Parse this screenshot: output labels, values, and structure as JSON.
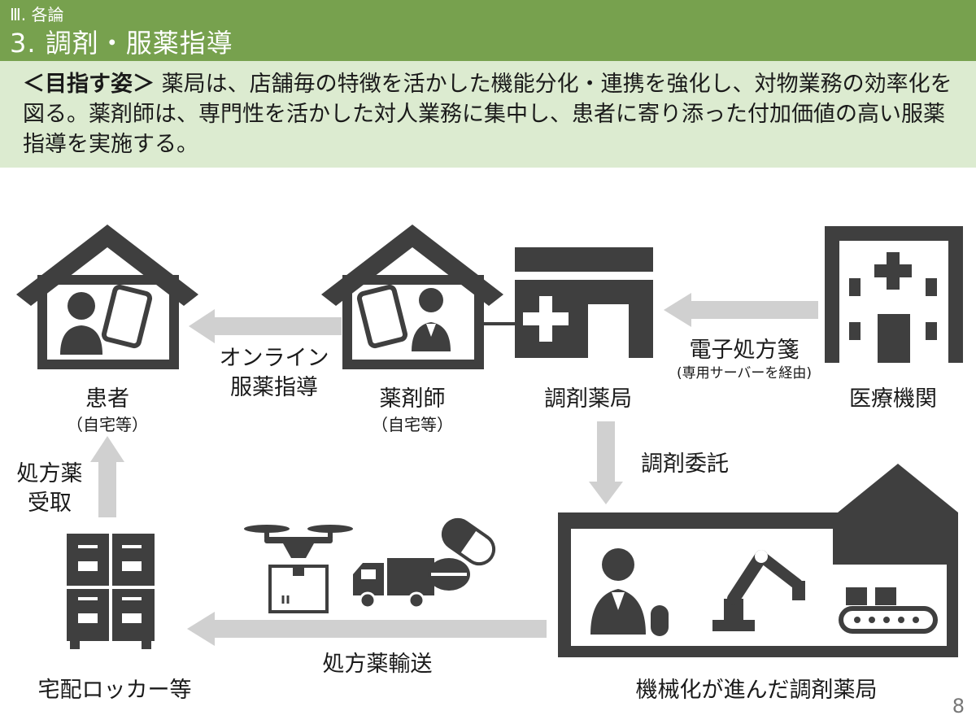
{
  "header": {
    "section": "Ⅲ. 各論",
    "title": "3.  調剤・服薬指導"
  },
  "goal": {
    "lead": "＜目指す姿＞",
    "text": "  薬局は、店舗毎の特徴を活かした機能分化・連携を強化し、対物業務の効率化を図る。薬剤師は、専門性を活かした対人業務に集中し、患者に寄り添った付加価値の高い服薬指導を実施する。"
  },
  "nodes": {
    "patient": {
      "label": "患者",
      "sub": "（自宅等）"
    },
    "pharmacist": {
      "label": "薬剤師",
      "sub": "（自宅等）"
    },
    "pharmacy": {
      "label": "調剤薬局"
    },
    "hospital": {
      "label": "医療機関"
    },
    "locker": {
      "label": "宅配ロッカー等"
    },
    "automated": {
      "label": "機械化が進んだ調剤薬局"
    }
  },
  "flows": {
    "online_line1": "オンライン",
    "online_line2": "服薬指導",
    "eprescription": "電子処方箋",
    "eprescription_sub": "(専用サーバーを経由)",
    "outsourcing": "調剤委託",
    "pickup_line1": "処方薬",
    "pickup_line2": "受取",
    "transport": "処方薬輸送"
  },
  "icons": [
    "house-icon",
    "patient-person-icon",
    "tablet-icon",
    "pharmacist-person-icon",
    "pharmacy-building-icon",
    "cross-icon",
    "hospital-icon",
    "locker-icon",
    "drone-icon",
    "truck-icon",
    "capsule-icon",
    "pill-icon",
    "robot-arm-icon",
    "conveyor-icon",
    "pharmacist-with-pill-icon",
    "arrow-left-icon",
    "arrow-up-icon",
    "arrow-down-icon"
  ],
  "colors": {
    "header_bg": "#77a14e",
    "goal_bg": "#dcebd0",
    "icon_dark": "#3f3f3f",
    "arrow": "#d0d0d0"
  },
  "page_number": "8"
}
